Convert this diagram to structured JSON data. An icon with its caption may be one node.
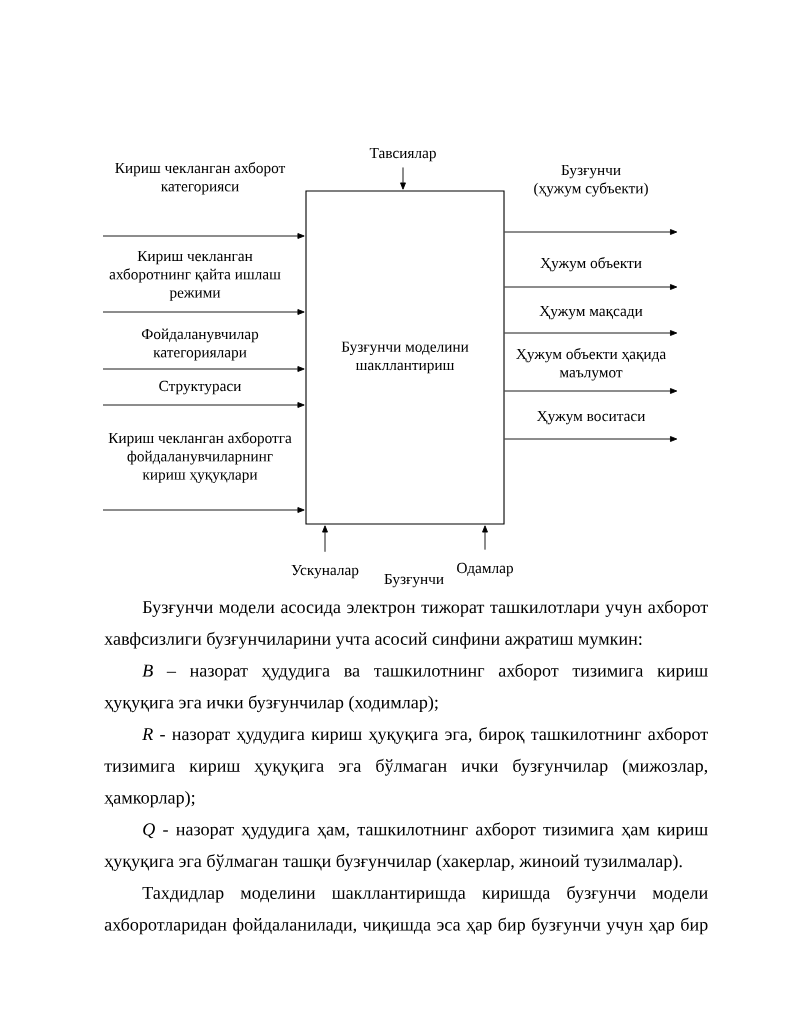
{
  "diagram": {
    "nodes": [
      {
        "text": [
          "Тавсиялар"
        ]
      },
      {
        "text": [
          "Бузғунчи моделини шакллантириш"
        ]
      },
      {
        "text": [
          "Ускуналар"
        ]
      },
      {
        "text": [
          "Одамлар"
        ]
      }
    ],
    "edges": [
      {
        "from": 0,
        "to": 1,
        "arrow": "to"
      },
      {
        "from": null,
        "to": 1,
        "arrow": "to",
        "label": "Кириш чекланган ахборот категорияси"
      },
      {
        "from": null,
        "to": 1,
        "arrow": "to",
        "label": "Кириш чекланган ахборотнинг қайта ишлаш режими"
      },
      {
        "from": null,
        "to": 1,
        "arrow": "to",
        "label": "Фойдаланувчилар категориялари"
      },
      {
        "from": null,
        "to": 1,
        "arrow": "to",
        "label": "Структураси"
      },
      {
        "from": null,
        "to": 1,
        "arrow": "to",
        "label": "Кириш чекланган ахборотга фойдаланувчиларнинг кириш ҳуқуқлари"
      },
      {
        "from": 1,
        "to": null,
        "arrow": "to",
        "label": "Бузғунчи (ҳужум субъекти)"
      },
      {
        "from": 1,
        "to": null,
        "arrow": "to",
        "label": "Ҳужум объекти"
      },
      {
        "from": 1,
        "to": null,
        "arrow": "to",
        "label": "Ҳужум мақсади"
      },
      {
        "from": 1,
        "to": null,
        "arrow": "to",
        "label": "Ҳужум объекти ҳақида маълумот"
      },
      {
        "from": 1,
        "to": null,
        "arrow": "to",
        "label": "Ҳужум воситаси"
      },
      {
        "from": 2,
        "to": 1,
        "arrow": "to"
      },
      {
        "from": 3,
        "to": 1,
        "arrow": "to"
      }
    ],
    "labels": [
      "Бузғунчи",
      "Бузғунчи модели асосида электрон тижорат ташкилотлари учун ахборот хавфсизлиги бузғунчиларини учта асосий синфини ажратиш мумкин:",
      "*B* – назорат ҳудудига ва ташкилотнинг ахборот тизимига кириш ҳуқуқига эга ички бузғунчилар (ходимлар);",
      "*R* - назорат ҳудудига кириш ҳуқуқига эга, бироқ ташкилотнинг ахборот тизимига кириш ҳуқуқига эга бўлмаган ички бузғунчилар (мижозлар, ҳамкорлар);",
      "*Q* - назорат ҳудудига ҳам, ташкилотнинг ахборот тизимига ҳам кириш ҳуқуқига эга бўлмаган ташқи бузғунчилар (хакерлар, жиноий тузилмалар).",
      "Тахдидлар моделини шакллантиришда киришда бузғунчи модели ахборотларидан фойдаланилади, чиқишда эса ҳар бир бузғунчи учун ҳар бир"
    ]
  }
}
